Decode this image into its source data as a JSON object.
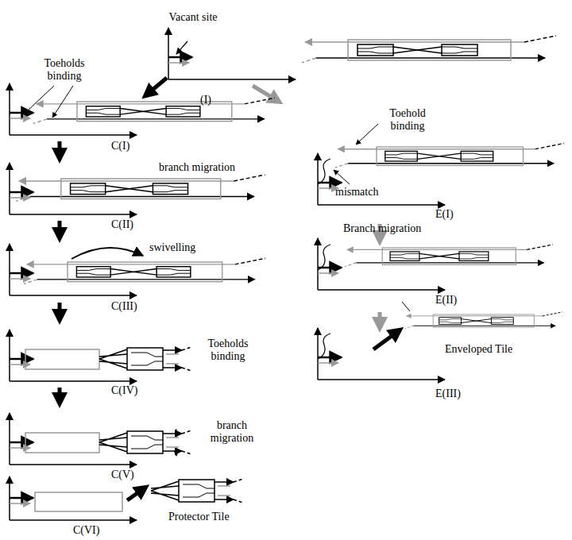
{
  "diagram": {
    "labels": [
      "Vacant site",
      "(I)",
      "Toeholds binding",
      "C(I)",
      "branch migration",
      "C(II)",
      "swivelling",
      "C(III)",
      "Toeholds binding",
      "C(IV)",
      "branch migration",
      "C(V)",
      "Protector Tile",
      "C(VI)",
      "Toehold binding",
      "mismatch",
      "E(I)",
      "Branch migration",
      "E(II)",
      "Enveloped Tile",
      "E(III)"
    ]
  }
}
